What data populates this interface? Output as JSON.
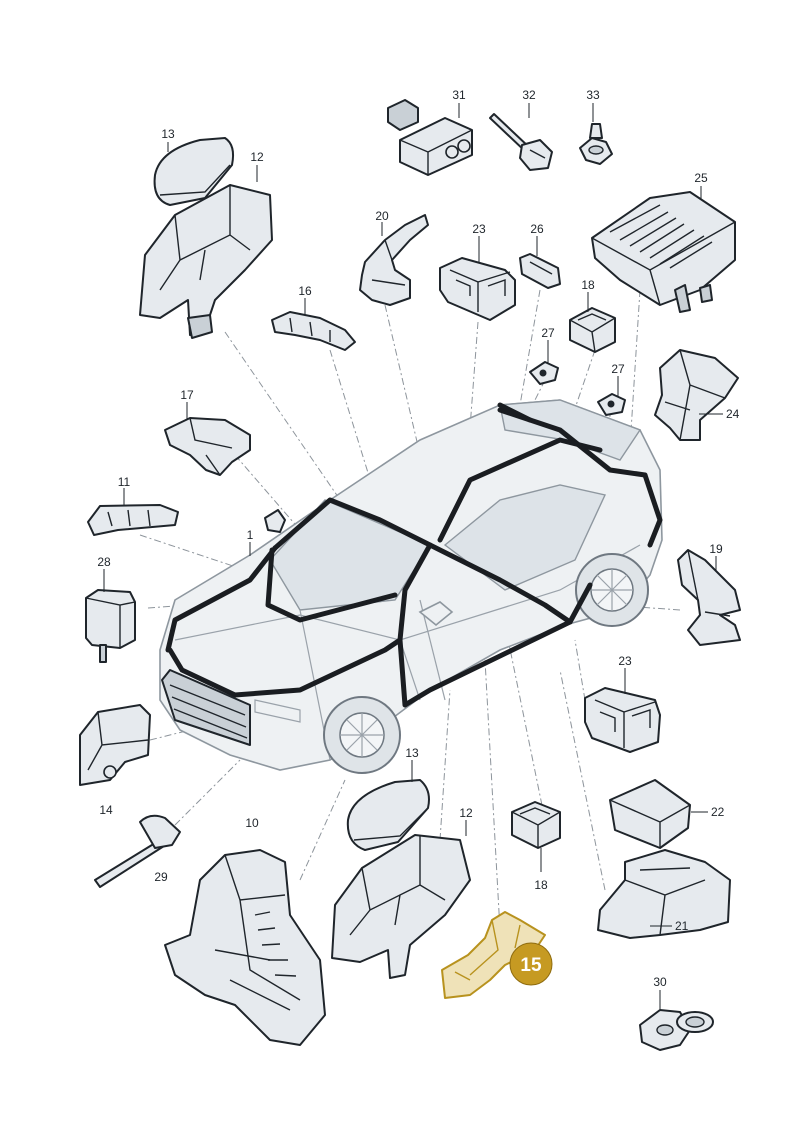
{
  "labels": {
    "p1": "1",
    "p10": "10",
    "p11": "11",
    "p12a": "12",
    "p12b": "12",
    "p13a": "13",
    "p13b": "13",
    "p14": "14",
    "p16": "16",
    "p17": "17",
    "p18a": "18",
    "p18b": "18",
    "p19": "19",
    "p20": "20",
    "p21": "21",
    "p22": "22",
    "p23a": "23",
    "p23b": "23",
    "p24": "24",
    "p25": "25",
    "p26": "26",
    "p27a": "27",
    "p27b": "27",
    "p28": "28",
    "p29": "29",
    "p30": "30",
    "p31": "31",
    "p32": "32",
    "p33": "33"
  },
  "highlight": {
    "label": "15",
    "color": "#c69a22"
  }
}
